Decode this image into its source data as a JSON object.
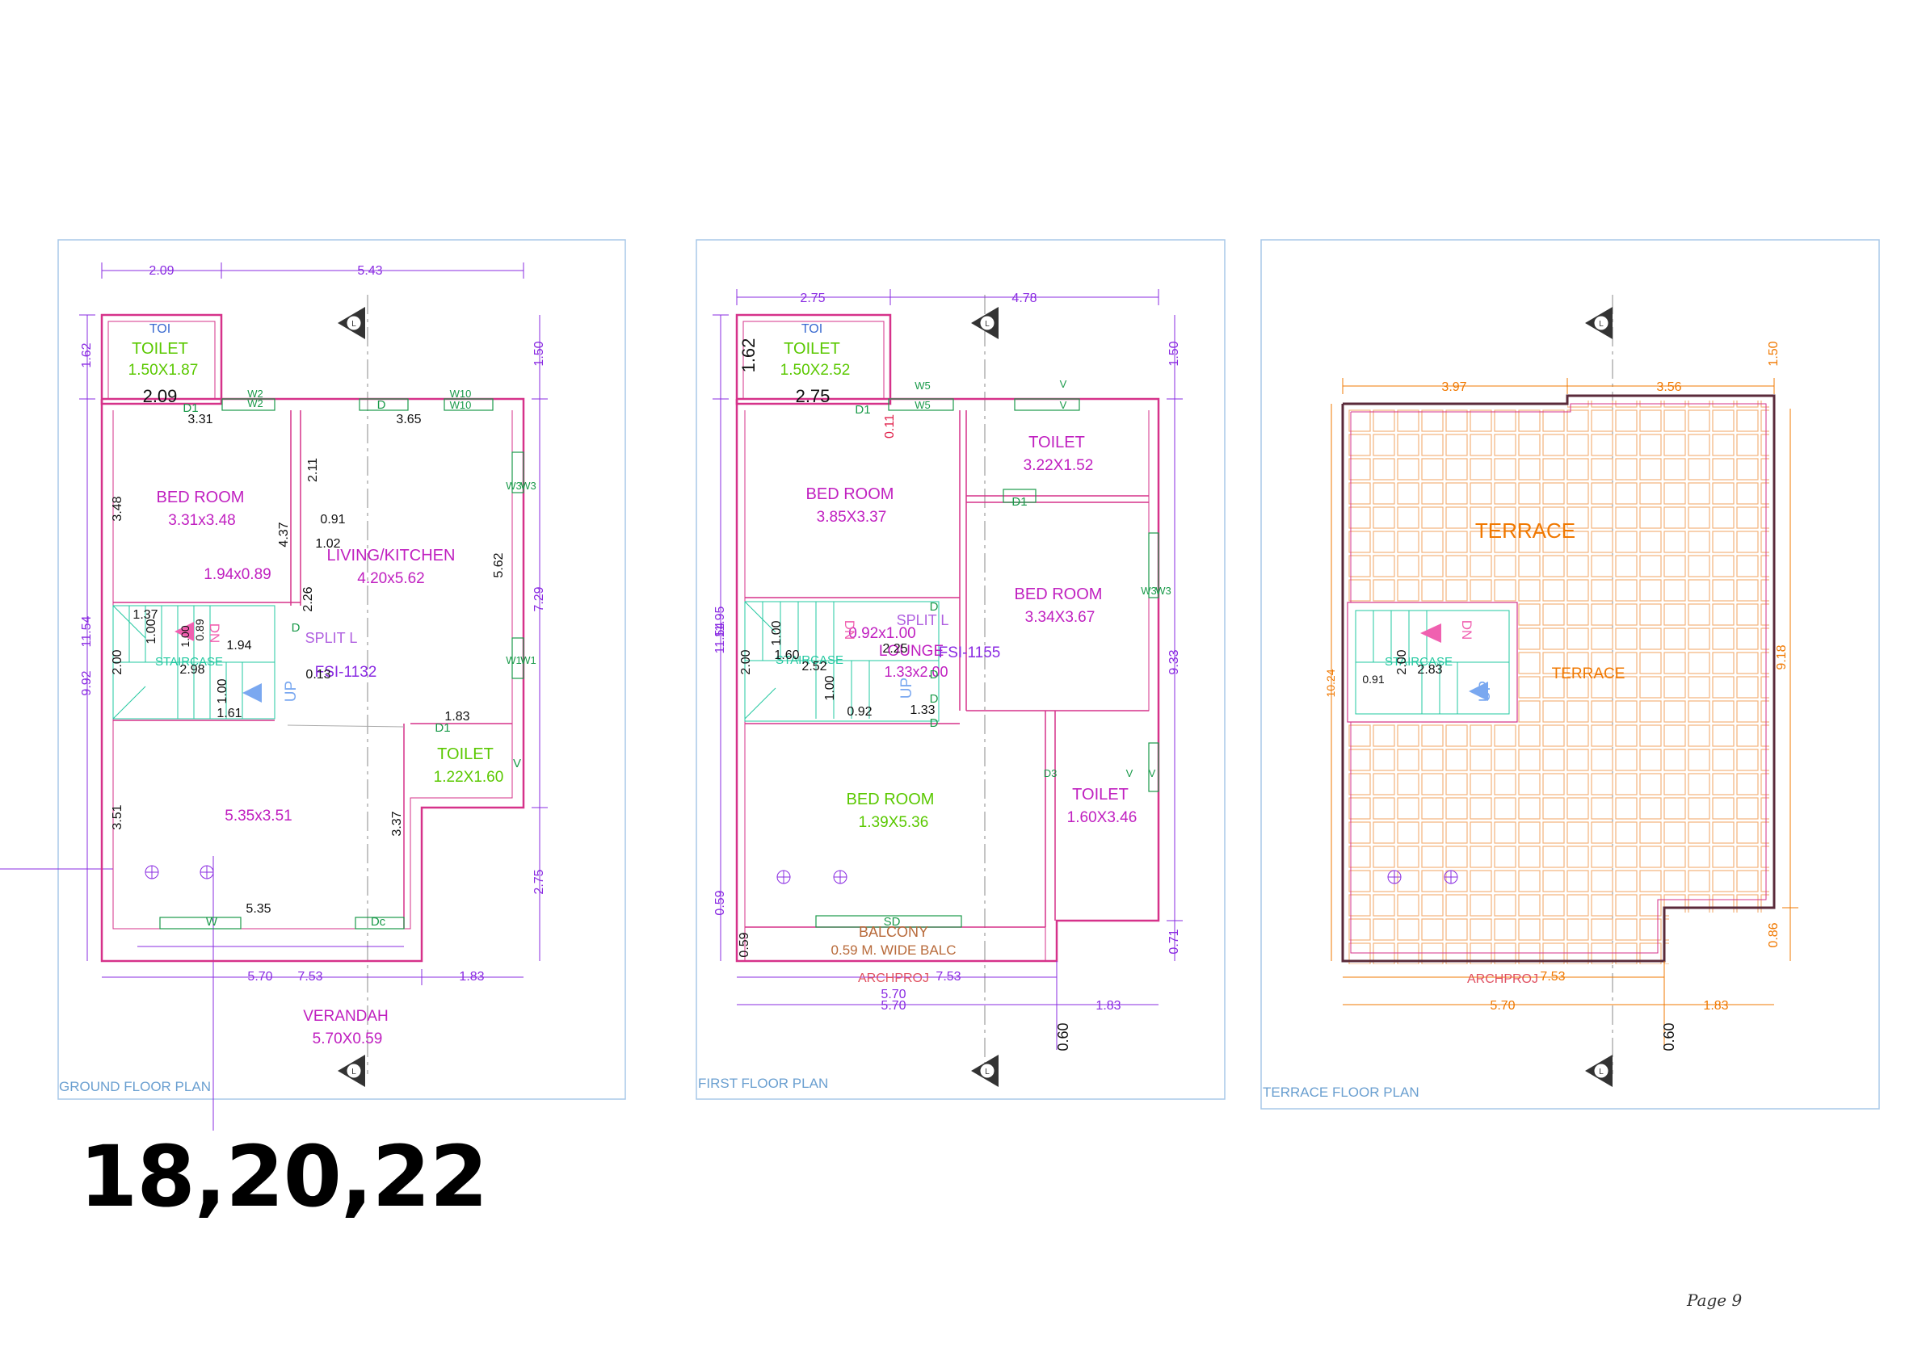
{
  "sheet": {
    "big_label": "18,20,22",
    "page_label": "Page 9"
  },
  "colors": {
    "wall": "#d6328a",
    "dimension": "#8a2be2",
    "room_magenta": "#c020c0",
    "room_green": "#5ac800",
    "stair": "#22c8a0",
    "terrace": "#f07800",
    "terrace_tile": "#f4b27a",
    "frame": "#a8c8e8",
    "plan_title": "#6a9fd0",
    "door_window": "#1a9a4a",
    "annotation_red": "#e0204a",
    "note_brown": "#b86a3a"
  },
  "ground": {
    "title": "GROUND FLOOR PLAN",
    "toilet_tag": "TOI",
    "toilet_name": "TOILET",
    "toilet_size": "1.50X1.87",
    "bed_name": "BED ROOM",
    "bed_size": "3.31x3.48",
    "small_size": "1.94x0.89",
    "living_name": "LIVING/KITCHEN",
    "living_size": "4.20x5.62",
    "split": "SPLIT L",
    "fsi": "FSI-1132",
    "stair": "STAIRCASE",
    "dn": "DN",
    "up": "UP",
    "toilet2_name": "TOILET",
    "toilet2_size": "1.22X1.60",
    "front_size": "5.35x3.51",
    "verandah_name": "VERANDAH",
    "verandah_size": "5.70X0.59",
    "dims": [
      "2.09",
      "5.43",
      "1.62",
      "2.09",
      "3.31",
      "3.65",
      "1.50",
      "3.48",
      "2.11",
      "0.91",
      "4.37",
      "1.02",
      "5.62",
      "7.29",
      "11.54",
      "9.92",
      "1.37",
      "0.89",
      "1.00",
      "1.94",
      "2.26",
      "2.00",
      "2.98",
      "0.13",
      "1.00",
      "1.61",
      "1.83",
      "3.51",
      "3.37",
      "5.35",
      "2.75",
      "5.70",
      "7.53",
      "1.83",
      "1.00"
    ],
    "tags": [
      "D1",
      "W2",
      "W2",
      "D",
      "W10",
      "W10",
      "W3",
      "W3",
      "W1",
      "W1",
      "D",
      "D1",
      "V",
      "W",
      "Dc"
    ]
  },
  "first": {
    "title": "FIRST FLOOR PLAN",
    "toilet_tag": "TOI",
    "toilet_name": "TOILET",
    "toilet_size": "1.50X2.52",
    "bed1_name": "BED ROOM",
    "bed1_size": "3.85X3.37",
    "toilet2_name": "TOILET",
    "toilet2_size": "3.22X1.52",
    "bed2_name": "BED ROOM",
    "bed2_size": "3.34X3.67",
    "split": "SPLIT L",
    "lounge_name": "LOUNGE",
    "lounge_size": "1.33x2.00",
    "small_size": "0.92x1.00",
    "fsi": "FSI-1155",
    "stair": "STAIRCASE",
    "dn": "DN",
    "up": "UP",
    "bed3_name": "BED ROOM",
    "bed3_size": "1.39X5.36",
    "toilet3_name": "TOILET",
    "toilet3_size": "1.60X3.46",
    "balcony_name": "BALCONY",
    "balcony_note": "0.59 M. WIDE BALC",
    "archproj": "ARCHPROJ",
    "dims": [
      "2.75",
      "4.78",
      "1.62",
      "2.75",
      "0.11",
      "1.50",
      "11.95",
      "11.54",
      "9.33",
      "1.00",
      "1.60",
      "2.52",
      "2.25",
      "1.00",
      "0.92",
      "1.33",
      "0.59",
      "0.59",
      "5.70",
      "7.53",
      "5.70",
      "1.83",
      "0.60",
      "0.71",
      "2.00"
    ],
    "tags": [
      "D1",
      "W5",
      "W5",
      "V",
      "V",
      "D1",
      "W3",
      "W3",
      "D",
      "D",
      "D",
      "D",
      "D3",
      "V",
      "V",
      "SD"
    ]
  },
  "terrace": {
    "title": "TERRACE FLOOR PLAN",
    "name": "TERRACE",
    "stair_name": "TERRACE",
    "stair": "STAIRCASE",
    "dn": "DN",
    "up": "UP",
    "archproj": "ARCHPROJ",
    "dims": [
      "3.97",
      "3.56",
      "1.50",
      "9.18",
      "0.86",
      "10.24",
      "0.91",
      "2.00",
      "2.83",
      "7.53",
      "5.70",
      "1.83",
      "0.60"
    ]
  },
  "markers": {
    "section": "L"
  }
}
